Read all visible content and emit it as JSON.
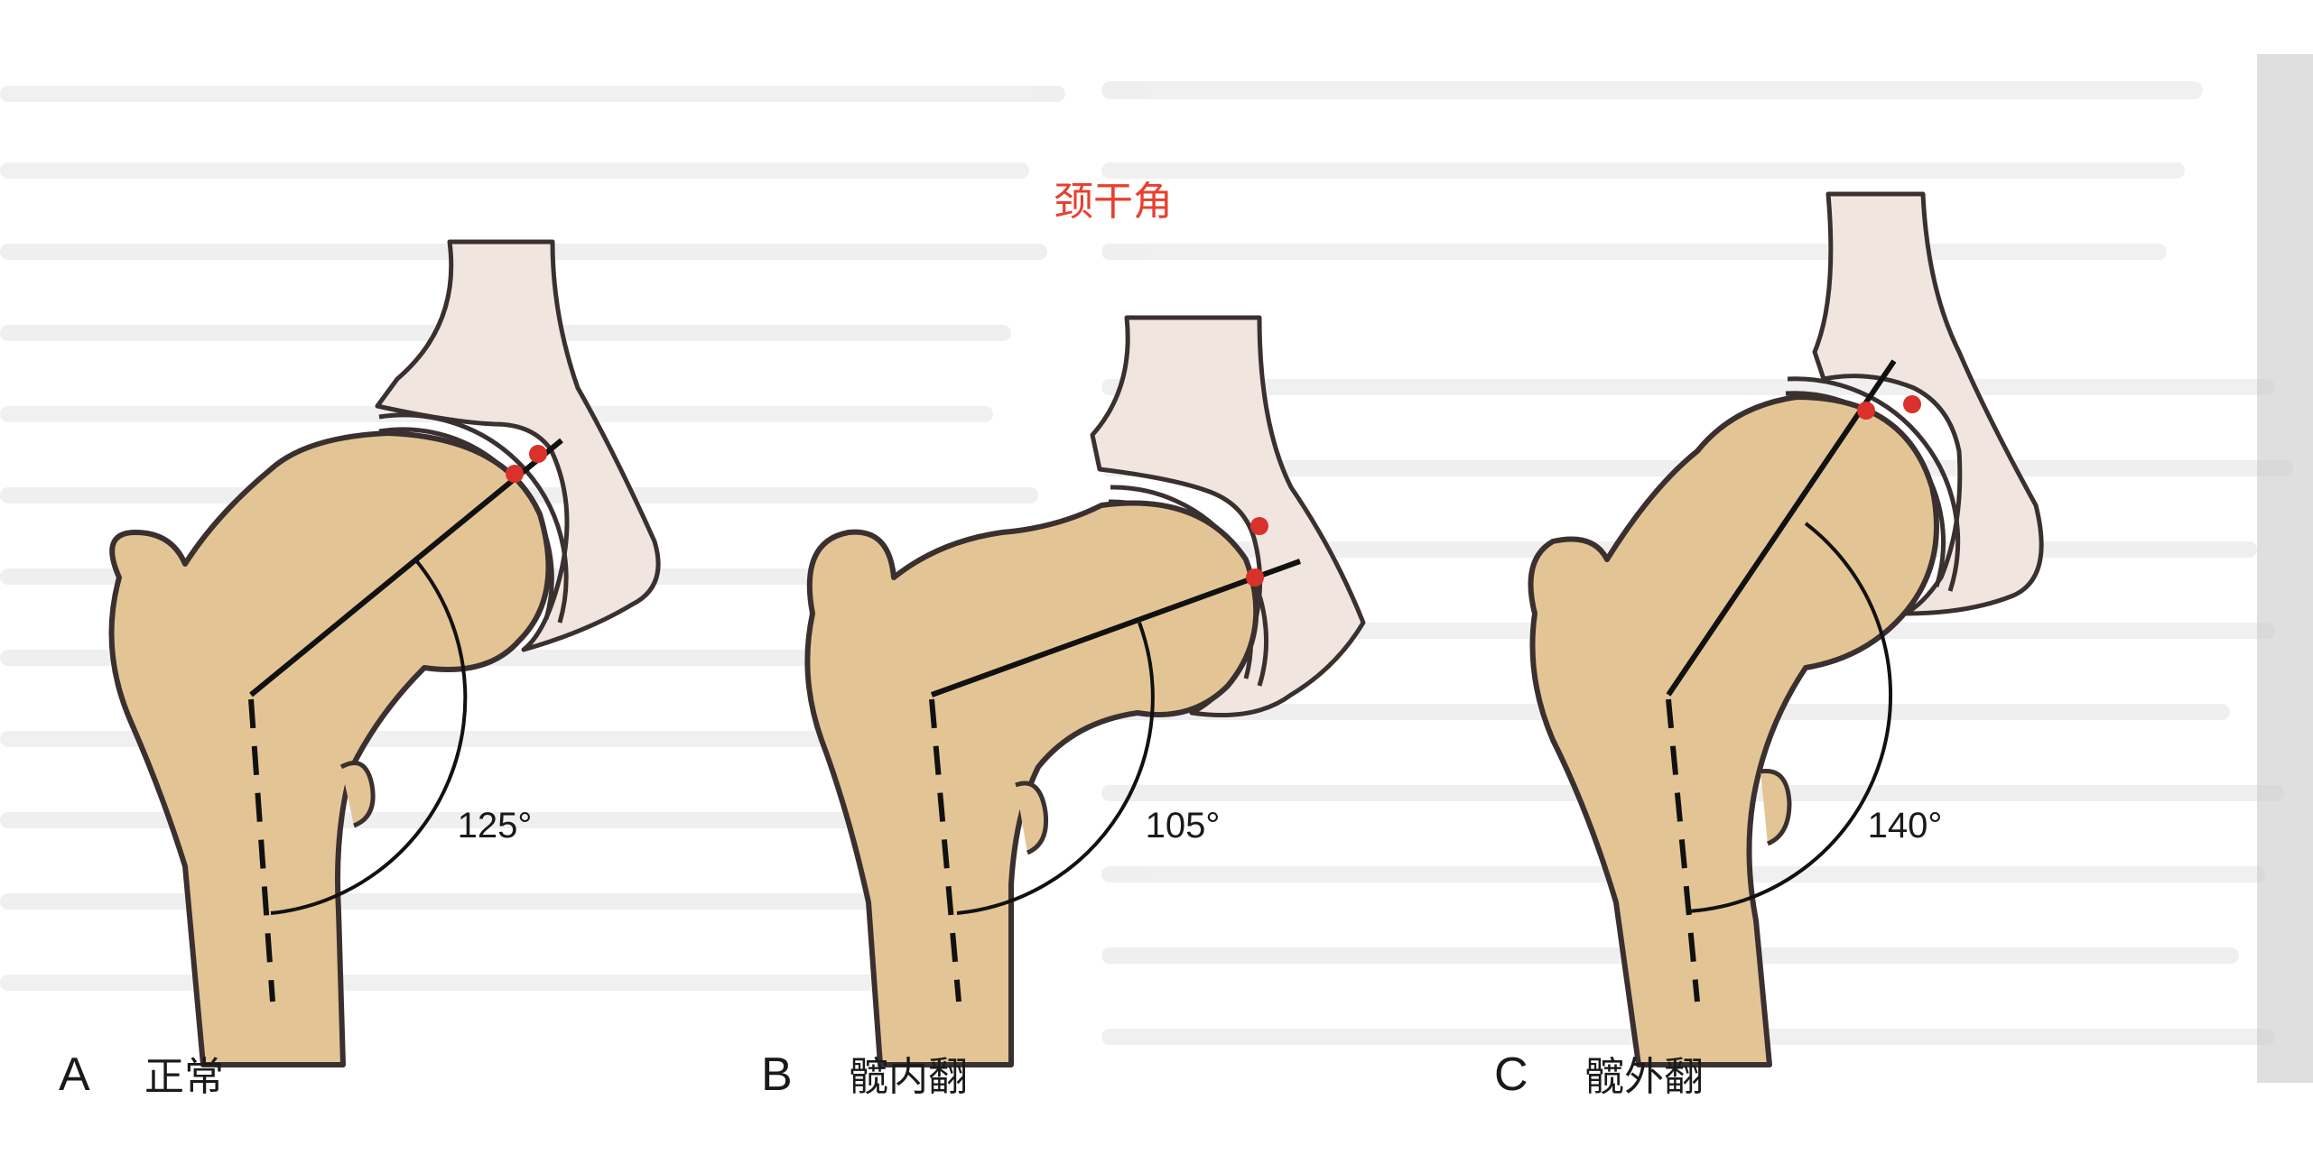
{
  "figure": {
    "title": "颈干角",
    "colors": {
      "title": "#e8402f",
      "bone_fill": "#e3c595",
      "pelvis_fill": "#f1e6df",
      "outline": "#3a3030",
      "axis_line": "#111111",
      "marker": "#d9312b",
      "page_bleed": "#c9c9c9"
    },
    "panels": [
      {
        "id": "A",
        "letter": "A",
        "name": "正常",
        "angle_label": "125°",
        "angle_value": 125
      },
      {
        "id": "B",
        "letter": "B",
        "name": "髋内翻",
        "angle_label": "105°",
        "angle_value": 105
      },
      {
        "id": "C",
        "letter": "C",
        "name": "髋外翻",
        "angle_label": "140°",
        "angle_value": 140
      }
    ]
  }
}
